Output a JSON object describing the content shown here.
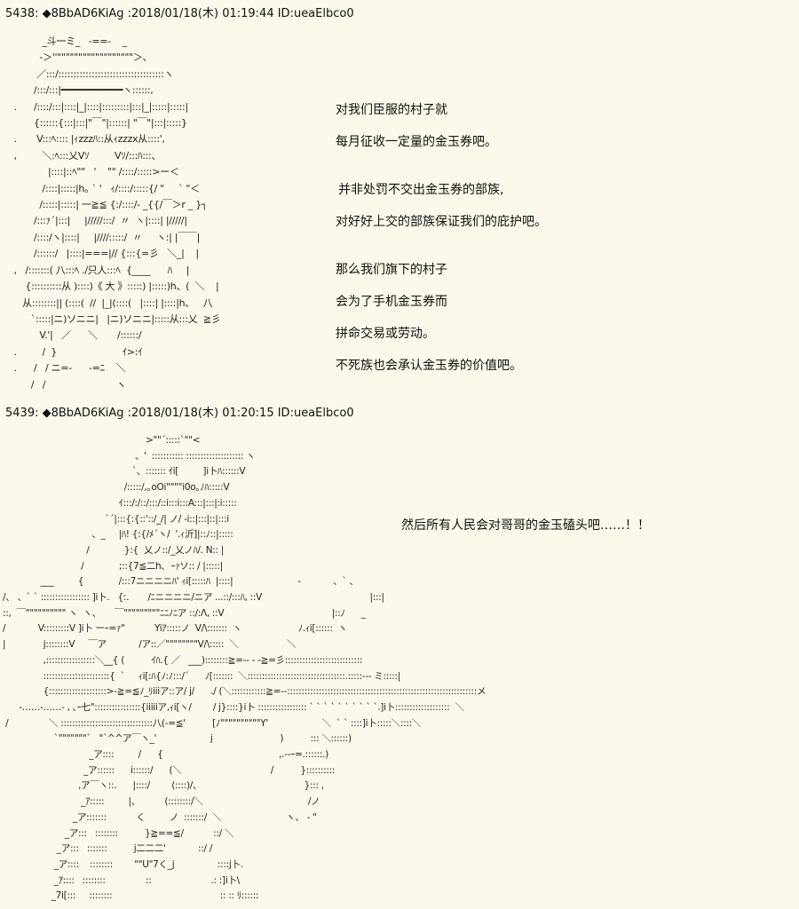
{
  "posts": [
    {
      "header": "5438: ◆8BbAD6KiAg :2018/01/18(木) 01:19:44 ID:ueaElbco0",
      "art": "             _斗一ミ_   -==-    _\n            -＞''\"\"\"\"\"\"\"\"\"\"\"\"\"\"\"\"\"\"＞、\n           ／:::/:::::::::::::::::::::::::::::::::::ヽ\n          /:::/:::|━━━━━━━━━━━ヽ::::::,\n   .      /::::/:::|::::|_|::::|:::::::::|:::|_|:::::|:::::|\n          {::::::{:::|:::|\"￣\"|::::::| \"￣\"|:::|:::::}\n   .       V:::ﾍ:::: |ｨzzzﾊ::从ｨzzzx从::::',\n   ,         ＼:ﾍ:::乂Vｿ         Vｿ/:::ﾊ:::、\n               |::::|::ﾍ\"\"   '    \"\" /::::/:::::>ー＜\n             /::::|:::::|h｡ ` '   ｨ/::::/:::::{/ \"     ` \"＜\n            /:::::|:::::| 一≧≦ {:/::::/- _{{/￣＞r _ }┐\n          /:::ｧ´|:::|     |/////:::/  〃  ヽ|::::| |/////|\n          /::::/ヽ|::::|     |////:::::/  〃     ヽ:| |￣￣|\n          /::::::/   |::::|===|// {:::{=彡   ＼_|    |\n   ,   /:::::::( 八:::ﾍ ./只人:::ﾍ  {____      ﾊ     |\n       {::::::::::从 )::::)《 大 》:::::) |:::::)h、(  ＼    |\n      从::::::::|| (::::(  //  |_|(::::(   |::::| |::::|h、   八\n         `:::::|ニ)ソニニ|   |ニ)ソニニ|:::::从:::乂  ≧彡\n            V.'|   ／      ＼       /::::::/\n   .         /  }                       ｲ>:ｲ\n   .      /   / ニ=-      -=ﾆ    ＼\n         /   /                         ヽ",
      "captions": [
        "对我们臣服的村子就",
        "每月征收一定量的金玉券吧。",
        "并非处罚不交出金玉券的部族,",
        "对好好上交的部族保证我们的庇护吧。",
        "那么我们旗下的村子",
        "会为了手机金玉券而",
        "拼命交易或劳动。",
        "不死族也会承认金玉券的价值吧。"
      ]
    },
    {
      "header": "5439: ◆8BbAD6KiAg :2018/01/18(木) 01:20:15 ID:ueaElbco0",
      "art": "                                                      >\"\"´:::::`\"\"<\n                                                  、'  ::::::::::: :::::::::::::::::::: ヽ\n                                                 `、::::::: ｲi[         ]i卜ﾊ::::::V\n                                              /:::::/,｡oOi\"\"\"\"i0o｡ﾉﾊ:::::V\n                                            ｲ:::/:/::/:::/::i:::i:::A:::|:::|:i:::::\n                                       `´|:::{:{::'::/_/| ノ/ -i::|:::|::|:::i\n                                  、_     |ﾊ! {:{/ﾒ´ヽ/  '.ｨ沂]|::ﾉ::|:::::\n                                /             }:{  乂ノ::/_乂ノﾊ/. N:: |\n                              /             ;::{7≦二h､  ｰｧソ:: / |:::::|\n               ___         {             /:::7ニニニニﾊ' ｨi[:::::ﾊ  |::::|                        -            、` 、\n /、 、` ` ::::::::::::::::: ]i卜.   {:.       /ﾆニニニニ/ニア ...::/:::ﾊ, ::V                                        |:::|\n ::,  ￣\"\"\"\"\"\"\"\"\"\" ヽ  ヽ、     ￣\"\"\"\"\"\"\"\"\"ﾆﾆﾉﾆア ::/:Λ, ::V                                        |::ﾉ      _\n /            V:::::::::V ]i卜 ーｰ=ｧ\"           Yiｱ:::::ノ  V/\\:::::::  ヽ                     ﾉ.ｨi[::::::  ヽ\n |              j::::::::V     ￣ア            /ア::／\"\"\"\"\"\"\"\"V/\\:::::  ＼                  ＼\n                ,:::::::::::::::::＼__{ (          ｲﾊ.{ ／   ___)::::::::≧=-‐ ‐ ‐≧=彡:::::::::::::::::::::::::::\n                :::::::::::::::::::::::{  `     ｨi[:ﾊ{ﾉ:ﾉ:::/´      ﾉ[:::::::  ＼::::::::::::::::::::::::::::::::::.:::::-‐- ミ:::::|\n                {::::::::::::::::::::>‐≧=≦ﾉ_ﾘiiiア::ア/ j/      ./ (＼::::::::::::≧=-‐::::::::::::::::::::::::::::::::::::::::::::::::::::::::::::::::::メ\n       ‐……‐……- , ､ｰ七\"::::::::::::::::{iiiiiア,ｨi[ヽ/        / j}::::}i卜 ::::::::::::::::: ` ` ` ` ` ` ` ` ` `.]i卜:::::::::::::::::::  ＼\n  /               ＼ ::::::::::::::::::::::::::::::::八(-=≦'          [ﾉ\"\"\"\"\"\"\"\"\"\"Y'                    ＼  ` ` ::::]i卜:::::＼::::＼\n                    `\"\"\"\"\"\"\"`   \"`^^ア￣ヽ_'                    j                         )          ::: ＼::::::)\n                                 _ア::::         /      {                                           ,.--ｰ=.::::::.)\n                               _ア::::::      i::::::/      (＼                                 /          }::::::::::\n                             ,ア￣ヽ::.      |::::/        (::::)/、                                      }::: ,\n                              _ｱ:::::         |、         (::::::::/＼                                       /ノ\n                           _ア:::::::           く         ノ  :::::::/  ＼                        ヽ、 - \"\n                        _ア:::   ::::::::          }≧==≦/           ::/ ＼\n                     _ア:::   :::::::          j二二二'            ::/ /\n                    _ア::::    ::::::::        \"\"U\"7く_j                ::::j卜.\n                    _ｱ::::   ::::::::               ::                      .: :]i卜\\\n                   _7i[:::     ::::::::                                        :: :: ﾘ::::::",
      "captions": [
        "然后所有人民会对哥哥的金玉磕头吧……！！"
      ]
    }
  ]
}
